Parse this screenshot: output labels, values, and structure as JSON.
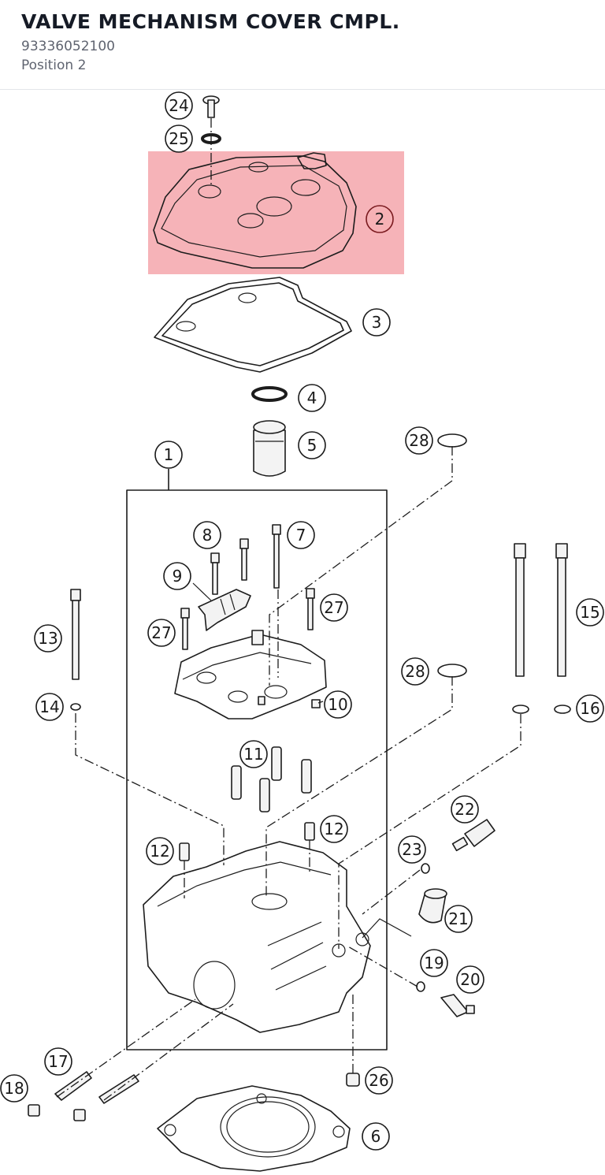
{
  "header": {
    "title": "VALVE MECHANISM COVER CMPL.",
    "part_number": "93336052100",
    "position": "Position 2"
  },
  "diagram": {
    "highlight_color": "#f39aa0",
    "selected_label": "2",
    "labels": {
      "l1": "1",
      "l2": "2",
      "l3": "3",
      "l4": "4",
      "l5": "5",
      "l6": "6",
      "l7": "7",
      "l8": "8",
      "l9": "9",
      "l10": "10",
      "l11": "11",
      "l12a": "12",
      "l12b": "12",
      "l13": "13",
      "l14": "14",
      "l15": "15",
      "l16": "16",
      "l17": "17",
      "l18": "18",
      "l19": "19",
      "l20": "20",
      "l21": "21",
      "l22": "22",
      "l23": "23",
      "l24": "24",
      "l25": "25",
      "l26": "26",
      "l27a": "27",
      "l27b": "27",
      "l28a": "28",
      "l28b": "28"
    }
  }
}
